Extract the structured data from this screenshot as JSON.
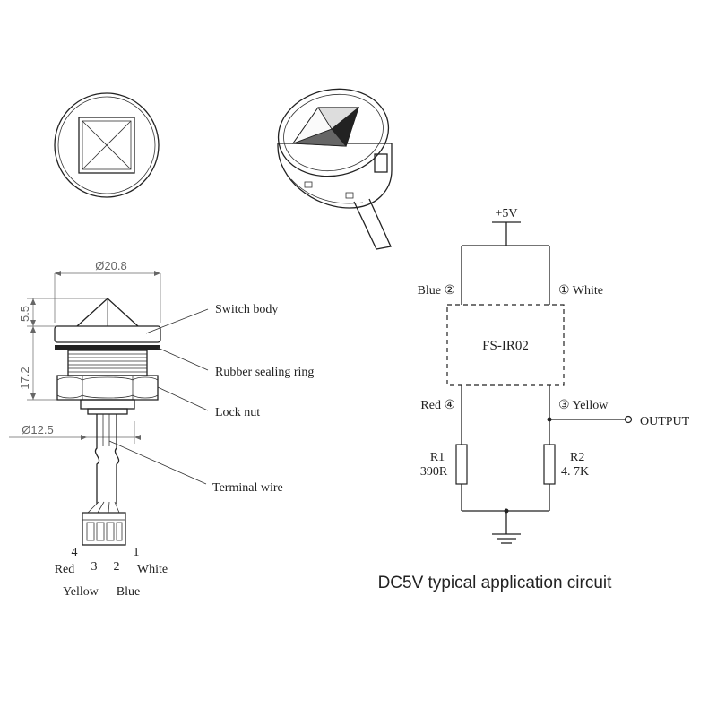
{
  "drawing": {
    "dimensions": {
      "diameter": "Ø20.8",
      "top_height": "5.5",
      "body_height": "17.2",
      "wire_diameter": "Ø12.5"
    },
    "callouts": {
      "switch_body": "Switch body",
      "rubber_ring": "Rubber sealing ring",
      "lock_nut": "Lock nut",
      "terminal_wire": "Terminal wire"
    },
    "pins": {
      "pin4_num": "4",
      "pin3_num": "3",
      "pin2_num": "2",
      "pin1_num": "1",
      "pin4_color": "Red",
      "pin1_color": "White",
      "pin3_color": "Yellow",
      "pin2_color": "Blue"
    }
  },
  "circuit": {
    "supply": "+5V",
    "module": "FS-IR02",
    "pin2": "Blue ②",
    "pin1": "① White",
    "pin4": "Red ④",
    "pin3": "③ Yellow",
    "output": "OUTPUT",
    "r1_name": "R1",
    "r1_value": "390R",
    "r2_name": "R2",
    "r2_value": "4. 7K",
    "caption": "DC5V typical application circuit"
  }
}
